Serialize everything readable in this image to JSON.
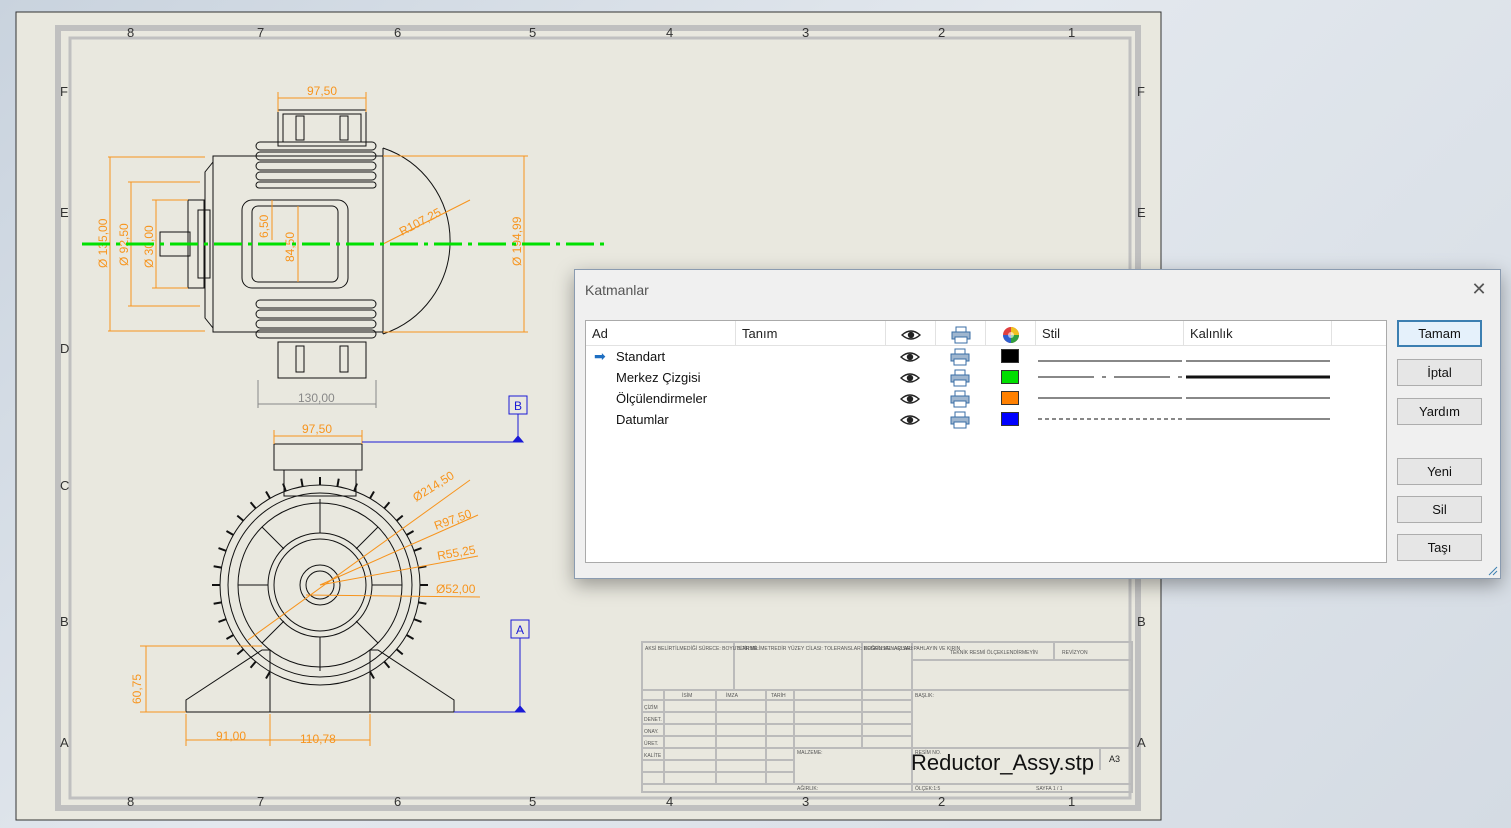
{
  "drawing": {
    "sheet_columns": [
      "8",
      "7",
      "6",
      "5",
      "4",
      "3",
      "2",
      "1"
    ],
    "sheet_rows": [
      "F",
      "E",
      "D",
      "C",
      "B",
      "A"
    ],
    "dimensions_top_view": [
      "97,50",
      "130,00",
      "R107,25",
      "6,50",
      "84,50",
      "Ø 30,00",
      "Ø 92,50",
      "Ø 135,00",
      "Ø 194,99"
    ],
    "dimensions_front_view": [
      "97,50",
      "Ø214,50",
      "R97,50",
      "R55,25",
      "Ø52,00",
      "60,75",
      "91,00",
      "110,78"
    ],
    "datum_labels": [
      "B",
      "A"
    ],
    "title_block": {
      "left_notes": "AKSİ BELİRTİLMEDİĞİ SÜRECE: BOYUTLAR MİLİMETREDİR YÜZEY CİLASI: TOLERANSLAR: DOĞRUSAL: AÇISAL:",
      "bitirme": "BİTİRME:",
      "edges": "KESKİN KENARLARI PAHLAYIN VE KIRIN",
      "do_not_scale": "TEKNİK RESMİ ÖLÇEKLENDİRMEYİN",
      "revision": "REVİZYON",
      "headers": [
        "İSİM",
        "İMZA",
        "TARİH"
      ],
      "row_labels": [
        "ÇİZİM",
        "DENET.",
        "ONAY.",
        "ÜRET.",
        "KALİTE"
      ],
      "title_label": "BAŞLIK:",
      "material_label": "MALZEME:",
      "drawing_no_label": "RESİM NO.",
      "weight_label": "AĞIRLIK:",
      "scale_label": "ÖLÇEK:1:5",
      "sheet_label": "SAYFA 1 / 1",
      "sheet_size": "A3",
      "file_name": "Reductor_Assy.stp"
    },
    "colors": {
      "sheet_bg": "#e9e8df",
      "dimension": "#f7941d",
      "centerline": "#00e000",
      "datum": "#1a1ad6",
      "geometry": "#000000"
    }
  },
  "dialog": {
    "title": "Katmanlar",
    "close_icon": "close-icon",
    "columns": {
      "name": "Ad",
      "description": "Tanım",
      "visible_icon": "eye-icon",
      "print_icon": "printer-icon",
      "color_icon": "color-wheel-icon",
      "style": "Stil",
      "thickness": "Kalınlık"
    },
    "layers": [
      {
        "name": "Standart",
        "active": true,
        "color": "#000000",
        "style": "solid",
        "thickness": "thin"
      },
      {
        "name": "Merkez Çizgisi",
        "active": false,
        "color": "#00e000",
        "style": "center",
        "thickness": "thick"
      },
      {
        "name": "Ölçülendirmeler",
        "active": false,
        "color": "#ff8000",
        "style": "solid",
        "thickness": "thin"
      },
      {
        "name": "Datumlar",
        "active": false,
        "color": "#0000ff",
        "style": "dashed",
        "thickness": "thin"
      }
    ],
    "buttons": {
      "ok": "Tamam",
      "cancel": "İptal",
      "help": "Yardım",
      "new": "Yeni",
      "delete": "Sil",
      "move": "Taşı"
    }
  }
}
